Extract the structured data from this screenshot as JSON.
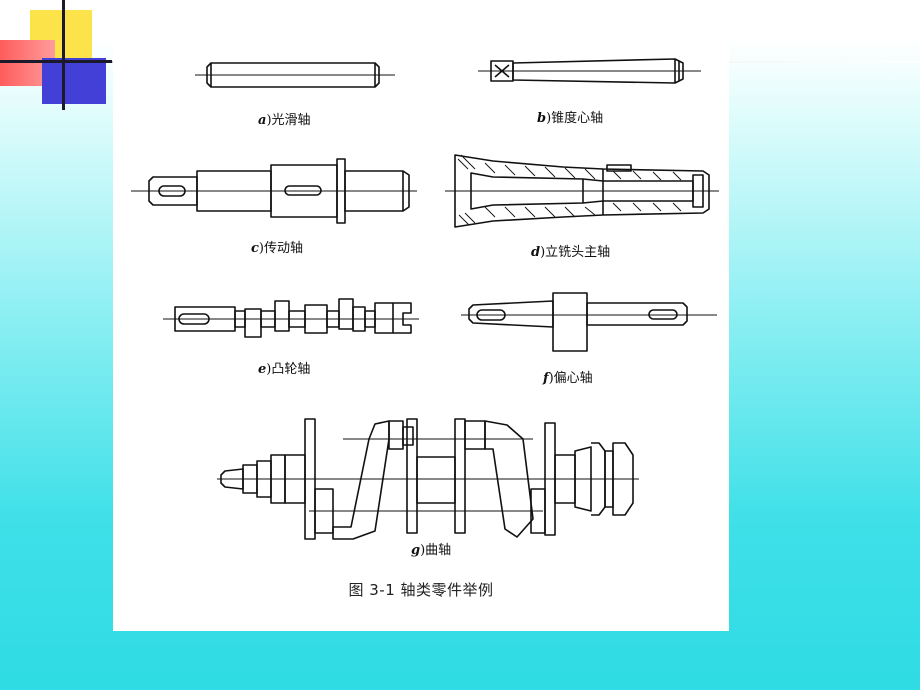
{
  "slide": {
    "figure_caption": "图 3-1 轴类零件举例"
  },
  "labels": {
    "a_letter": "a",
    "a_text": "光滑轴",
    "b_letter": "b",
    "b_text": "锥度心轴",
    "c_letter": "c",
    "c_text": "传动轴",
    "d_letter": "d",
    "d_text": "立铣头主轴",
    "e_letter": "e",
    "e_text": "凸轮轴",
    "f_letter": "f",
    "f_text": "偏心轴",
    "g_letter": "g",
    "g_text": "曲轴"
  },
  "colors": {
    "deco_yellow": "#fde34a",
    "deco_red": "#ff6b6b",
    "deco_blue": "#4340d8",
    "background_cyan": "#3fe0e8"
  }
}
